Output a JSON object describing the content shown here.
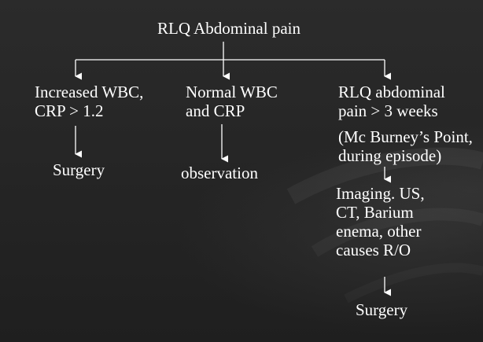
{
  "title": "RLQ Abdominal pain",
  "branches": [
    {
      "condition": [
        "Increased WBC,",
        "CRP > 1.2"
      ],
      "outcome": "Surgery"
    },
    {
      "condition": [
        "Normal WBC",
        "and CRP"
      ],
      "outcome": "observation"
    },
    {
      "condition": [
        "RLQ abdominal",
        "pain > 3 weeks"
      ],
      "note": [
        "(Mc Burney’s Point,",
        "during episode)"
      ],
      "step": [
        "Imaging. US,",
        "CT, Barium",
        "enema, other",
        "causes R/O"
      ],
      "outcome": "Surgery"
    }
  ],
  "colors": {
    "background": "#262626",
    "text": "#ffffff",
    "lines": "#ffffff"
  }
}
